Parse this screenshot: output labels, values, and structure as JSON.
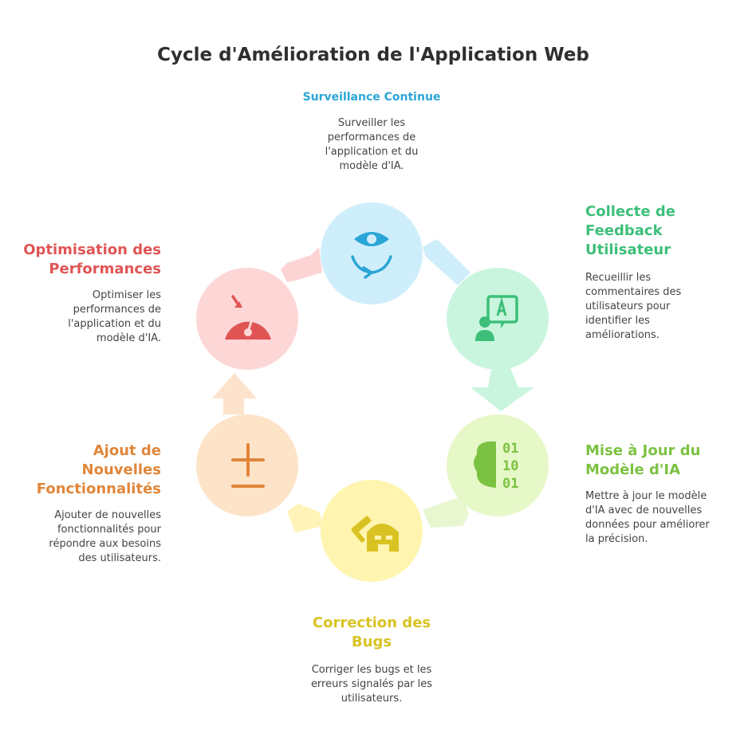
{
  "title": "Cycle d'Amélioration de l'Application Web",
  "colors": {
    "surveillance": "#2aa6d6",
    "feedback": "#3dbf7a",
    "modele": "#7cc242",
    "bugs": "#d9c322",
    "fonctionnalites": "#e0863a",
    "optimisation": "#e05454"
  },
  "steps": [
    {
      "id": "surveillance",
      "title": "Surveillance Continue",
      "desc": [
        "Surveiller les",
        "performances de",
        "l'application et du",
        "modèle d'IA."
      ],
      "icon": "eye-cycle-icon"
    },
    {
      "id": "feedback",
      "title": [
        "Collecte de",
        "Feedback",
        "Utilisateur"
      ],
      "desc": [
        "Recueillir les",
        "commentaires des",
        "utilisateurs pour",
        "identifier les",
        "améliorations."
      ],
      "icon": "feedback-speech-icon"
    },
    {
      "id": "modele",
      "title": [
        "Mise à Jour du",
        "Modèle d'IA"
      ],
      "desc": [
        "Mettre à jour le modèle",
        "d'IA avec de nouvelles",
        "données pour améliorer",
        "la précision."
      ],
      "icon": "binary-brain-icon"
    },
    {
      "id": "bugs",
      "title": [
        "Correction des",
        "Bugs"
      ],
      "desc": [
        "Corriger les bugs et les",
        "erreurs signalés par les",
        "utilisateurs."
      ],
      "icon": "bug-hammer-icon"
    },
    {
      "id": "fonctionnalites",
      "title": [
        "Ajout de",
        "Nouvelles",
        "Fonctionnalités"
      ],
      "desc": [
        "Ajouter de nouvelles",
        "fonctionnalités pour",
        "répondre aux besoins",
        "des utilisateurs."
      ],
      "icon": "plus-minus-icon"
    },
    {
      "id": "optimisation",
      "title": [
        "Optimisation des",
        "Performances"
      ],
      "desc": [
        "Optimiser les",
        "performances de",
        "l'application et du",
        "modèle d'IA."
      ],
      "icon": "speedometer-icon"
    }
  ],
  "binary_digits": [
    "01",
    "10",
    "01"
  ]
}
